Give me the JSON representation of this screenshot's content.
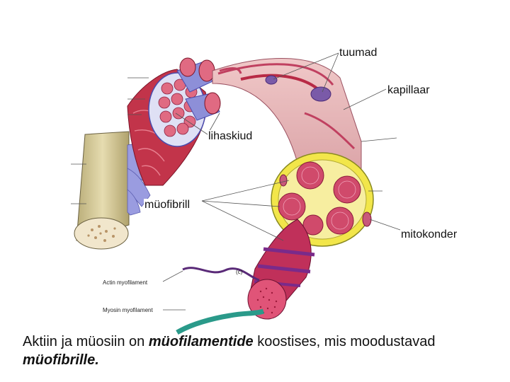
{
  "labels": {
    "nuclei": "tuumad",
    "capillary": "kapillaar",
    "muscle_fibers": "lihaskiud",
    "myofibril": "müofibrill",
    "mitochondrion": "mitokonder",
    "panel_letter": "(c)",
    "actin": "Actin myofilament",
    "myosin": "Myosin myofilament"
  },
  "caption": {
    "part1": "Aktiin ja müosiin on ",
    "emph1": "müofilamentide",
    "part2": " koostises, mis moodustavad  ",
    "emph2": "müofibrille."
  },
  "colors": {
    "muscle_red": "#c2344a",
    "fascicle_blue": "#8d8fd8",
    "tendon": "#d9cfa0",
    "fat_yellow": "#f2e64a",
    "myofibril_pink": "#d04a6b",
    "filament_purple": "#5a2a78",
    "filament_teal": "#2a9a8a"
  }
}
